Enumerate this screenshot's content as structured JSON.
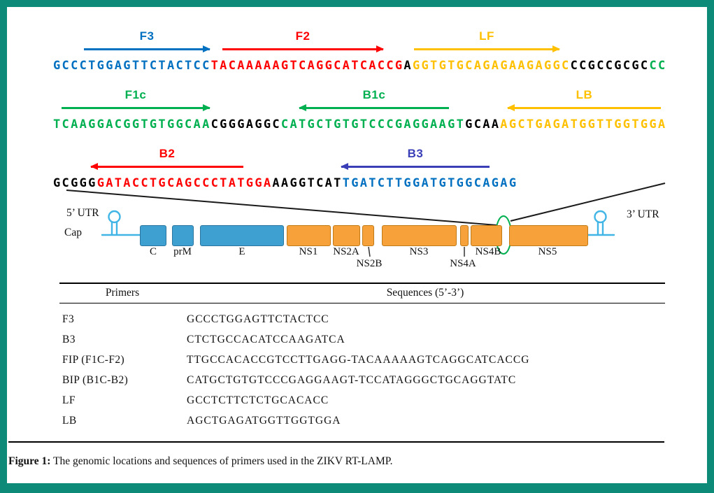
{
  "colors": {
    "blue": "#0070C0",
    "red": "#FF0000",
    "yellow": "#FFC000",
    "green": "#00B050",
    "black": "#000000",
    "indigo": "#3A3FB8",
    "page_border": "#0D8A78",
    "gene_blue": "#3E9FD1",
    "gene_blue_border": "#2B76A0",
    "gene_orange": "#F7A13B",
    "gene_orange_border": "#C07A16",
    "stemloop": "#41B6E6",
    "connector": "#1A1A1A"
  },
  "alignment": {
    "rows": [
      {
        "primers": [
          {
            "label": "F3",
            "direction": "right",
            "color": "blue"
          },
          {
            "label": "F2",
            "direction": "right",
            "color": "red"
          },
          {
            "label": "LF",
            "direction": "right",
            "color": "yellow"
          }
        ],
        "segments": [
          {
            "text": "GCCCTGGAGTTCTACTCC",
            "color": "blue"
          },
          {
            "text": "TACAAAAAGTCAGGCATCACCG",
            "color": "red"
          },
          {
            "text": "A",
            "color": "black"
          },
          {
            "text": "GGTGTGCAGAGAAGAGGC",
            "color": "yellow"
          },
          {
            "text": "CCGCCGCGC",
            "color": "black"
          },
          {
            "text": "CC",
            "color": "green"
          }
        ]
      },
      {
        "primers": [
          {
            "label": "F1c",
            "direction": "right",
            "color": "green"
          },
          {
            "label": "B1c",
            "direction": "left",
            "color": "green"
          },
          {
            "label": "LB",
            "direction": "left",
            "color": "yellow"
          }
        ],
        "segments": [
          {
            "text": "TCAAGGACGGTGTGGCAA",
            "color": "green"
          },
          {
            "text": "CGGGAGGC",
            "color": "black"
          },
          {
            "text": "CATGCTGTGTCCCGAGGAAGT",
            "color": "green"
          },
          {
            "text": "GCAA",
            "color": "black"
          },
          {
            "text": "AGCTGAGATGGTTGGTGGA",
            "color": "yellow"
          }
        ]
      },
      {
        "primers": [
          {
            "label": "B2",
            "direction": "left",
            "color": "red"
          },
          {
            "label": "B3",
            "direction": "left",
            "color": "indigo"
          }
        ],
        "segments": [
          {
            "text": "GCGGG",
            "color": "black"
          },
          {
            "text": "GATACCTGCAGCCCTATGGA",
            "color": "red"
          },
          {
            "text": "AAGGTCAT",
            "color": "black"
          },
          {
            "text": "TGATCTTGGATGTGGCAGAG",
            "color": "blue"
          }
        ]
      }
    ]
  },
  "genome": {
    "five_prime_label": "5’ UTR",
    "cap_label": "Cap",
    "three_prime_label": "3’ UTR",
    "genes": [
      {
        "label": "C"
      },
      {
        "label": "prM"
      },
      {
        "label": "E"
      },
      {
        "label": "NS1"
      },
      {
        "label": "NS2A"
      },
      {
        "label": "NS2B"
      },
      {
        "label": "NS3"
      },
      {
        "label": "NS4A"
      },
      {
        "label": "NS4B"
      },
      {
        "label": "NS5"
      }
    ]
  },
  "table": {
    "headers": [
      "Primers",
      "Sequences (5’-3’)"
    ],
    "rows": [
      {
        "primer": "F3",
        "sequence": "GCCCTGGAGTTCTACTCC"
      },
      {
        "primer": "B3",
        "sequence": "CTCTGCCACATCCAAGATCA"
      },
      {
        "primer": "FIP (F1C-F2)",
        "sequence": "TTGCCACACCGTCCTTGAGG-TACAAAAAGTCAGGCATCACCG"
      },
      {
        "primer": "BIP (B1C-B2)",
        "sequence": "CATGCTGTGTCCCGAGGAAGT-TCCATAGGGCTGCAGGTATC"
      },
      {
        "primer": "LF",
        "sequence": "GCCTCTTCTCTGCACACC"
      },
      {
        "primer": "LB",
        "sequence": "AGCTGAGATGGTTGGTGGA"
      }
    ]
  },
  "figure": {
    "caption_label": "Figure 1:",
    "caption_text": " The genomic locations and sequences of primers used in the ZIKV RT-LAMP."
  }
}
